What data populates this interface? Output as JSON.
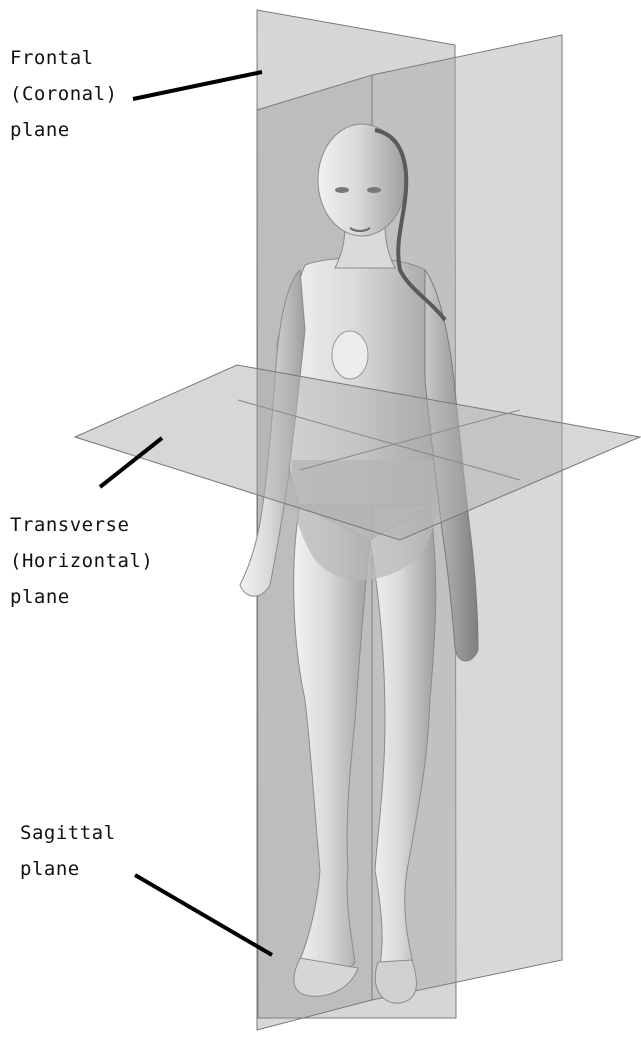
{
  "labels": {
    "frontal": {
      "line1": "Frontal",
      "line2": "(Coronal)",
      "line3": "plane"
    },
    "transverse": {
      "line1": "Transverse",
      "line2": "(Horizontal)",
      "line3": "plane"
    },
    "sagittal": {
      "line1": "Sagittal",
      "line2": "plane"
    }
  },
  "colors": {
    "plane_fill": "#9a9a9a",
    "plane_edge": "#6e6e6e",
    "figure_light": "#e4e4e4",
    "figure_dark": "#8c8c8c",
    "leader_line": "#000000"
  }
}
